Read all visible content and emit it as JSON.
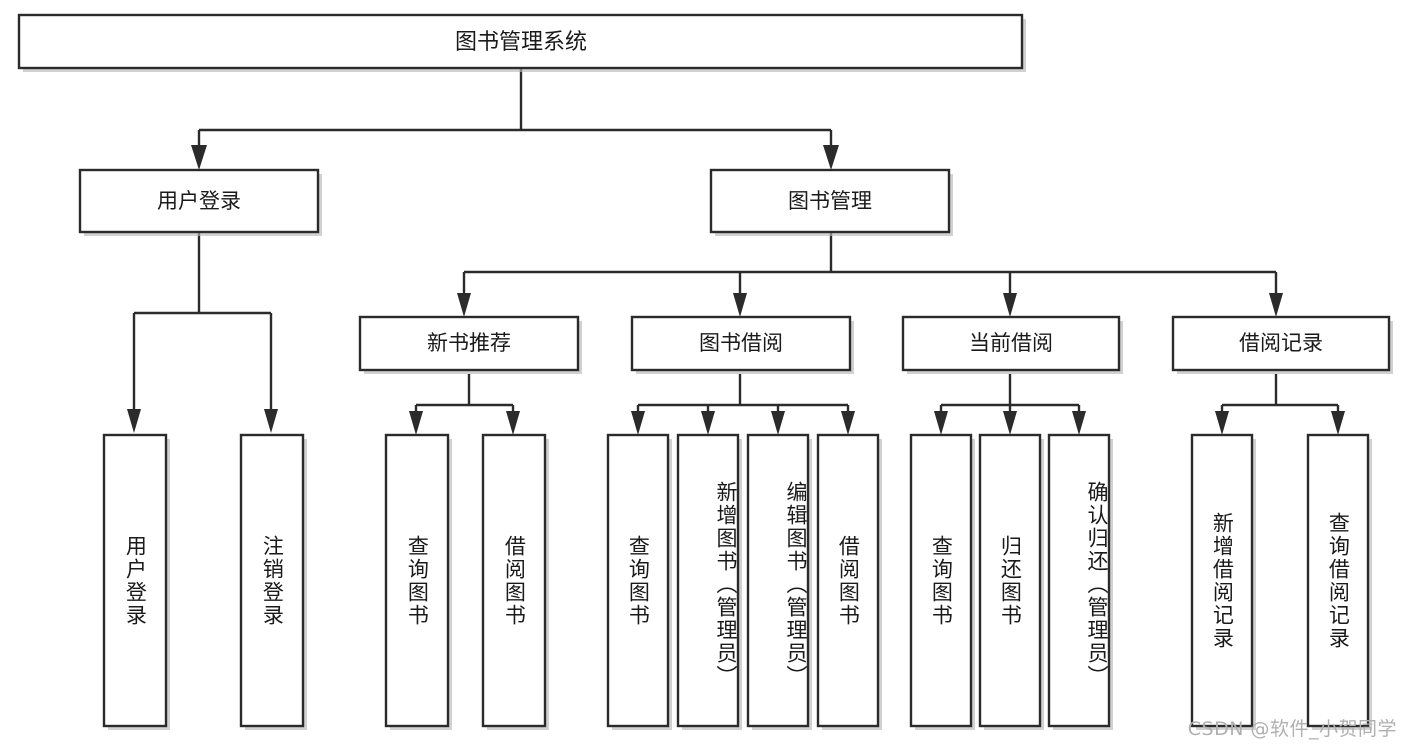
{
  "diagram": {
    "title": "图书管理系统",
    "type": "tree-structure-chart",
    "colors": {
      "box_stroke": "#2b2b2b",
      "box_fill": "#ffffff",
      "text": "#1a1a1a",
      "shadow": "#b9b9b9",
      "watermark": "#b0b0b0",
      "background": "#ffffff"
    },
    "root": {
      "label": "图书管理系统"
    },
    "level2": [
      {
        "label": "用户登录"
      },
      {
        "label": "图书管理"
      }
    ],
    "level3": [
      {
        "label": "新书推荐"
      },
      {
        "label": "图书借阅"
      },
      {
        "label": "当前借阅"
      },
      {
        "label": "借阅记录"
      }
    ],
    "leaves": {
      "user_login": [
        {
          "label": "用户登录"
        },
        {
          "label": "注销登录"
        }
      ],
      "new_book_recommend": [
        {
          "label": "查询图书"
        },
        {
          "label": "借阅图书"
        }
      ],
      "book_borrow": [
        {
          "label": "查询图书"
        },
        {
          "label": "新增图书（管理员）"
        },
        {
          "label": "编辑图书（管理员）"
        },
        {
          "label": "借阅图书"
        }
      ],
      "current_borrow": [
        {
          "label": "查询图书"
        },
        {
          "label": "归还图书"
        },
        {
          "label": "确认归还（管理员）"
        }
      ],
      "borrow_record": [
        {
          "label": "新增借阅记录"
        },
        {
          "label": "查询借阅记录"
        }
      ]
    },
    "watermark": "CSDN @软件_小贺同学"
  }
}
